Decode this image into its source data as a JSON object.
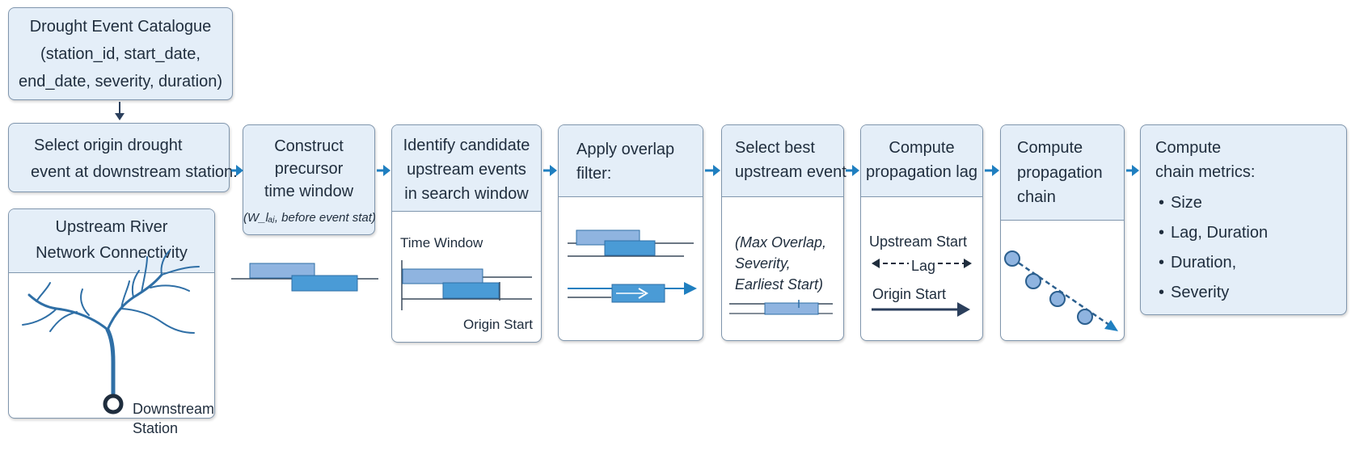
{
  "catalogue": {
    "line1": "Drought Event Catalogue",
    "line2": "(station_id, start_date,",
    "line3": "end_date, severity, duration)"
  },
  "steps": {
    "select_origin": {
      "line1": "Select origin drought",
      "line2": "event at downstream station."
    },
    "construct_window": {
      "line1": "Construct",
      "line2": "precursor",
      "line3": "time window",
      "line4": "(W_lₐⱼ, before event stat)"
    },
    "identify_candidates": {
      "line1": "Identify candidate",
      "line2": "upstream events",
      "line3": "in search window",
      "time_window": "Time Window",
      "origin_start": "Origin Start"
    },
    "overlap_filter": {
      "line1": "Apply overlap",
      "line2": "filter:"
    },
    "select_best": {
      "line1": "Select best",
      "line2": "upstream event",
      "crit1": "(Max Overlap,",
      "crit2": "Severity,",
      "crit3": "Earliest Start)"
    },
    "propagation_lag": {
      "line1": "Compute",
      "line2": "propagation lag",
      "upstream_start": "Upstream Start",
      "lag": "Lag",
      "origin_start": "Origin Start"
    },
    "propagation_chain": {
      "line1": "Compute",
      "line2": "propagation",
      "line3": "chain"
    },
    "chain_metrics": {
      "line1": "Compute",
      "line2": "chain metrics:",
      "items": [
        "Size",
        "Lag, Duration",
        "Duration,",
        "Severity"
      ]
    }
  },
  "network": {
    "line1": "Upstream River",
    "line2": "Network Connectivity",
    "station_line1": "Downstream",
    "station_line2": "Station"
  },
  "colors": {
    "box_fill": "#e4eef8",
    "box_border": "#8096ad",
    "arrow": "#1f7fc0",
    "bar_light": "#8fb4e0",
    "bar_mid": "#4a9bd6",
    "river": "#2f6fa6",
    "dark_arrow": "#2b3f5c"
  }
}
